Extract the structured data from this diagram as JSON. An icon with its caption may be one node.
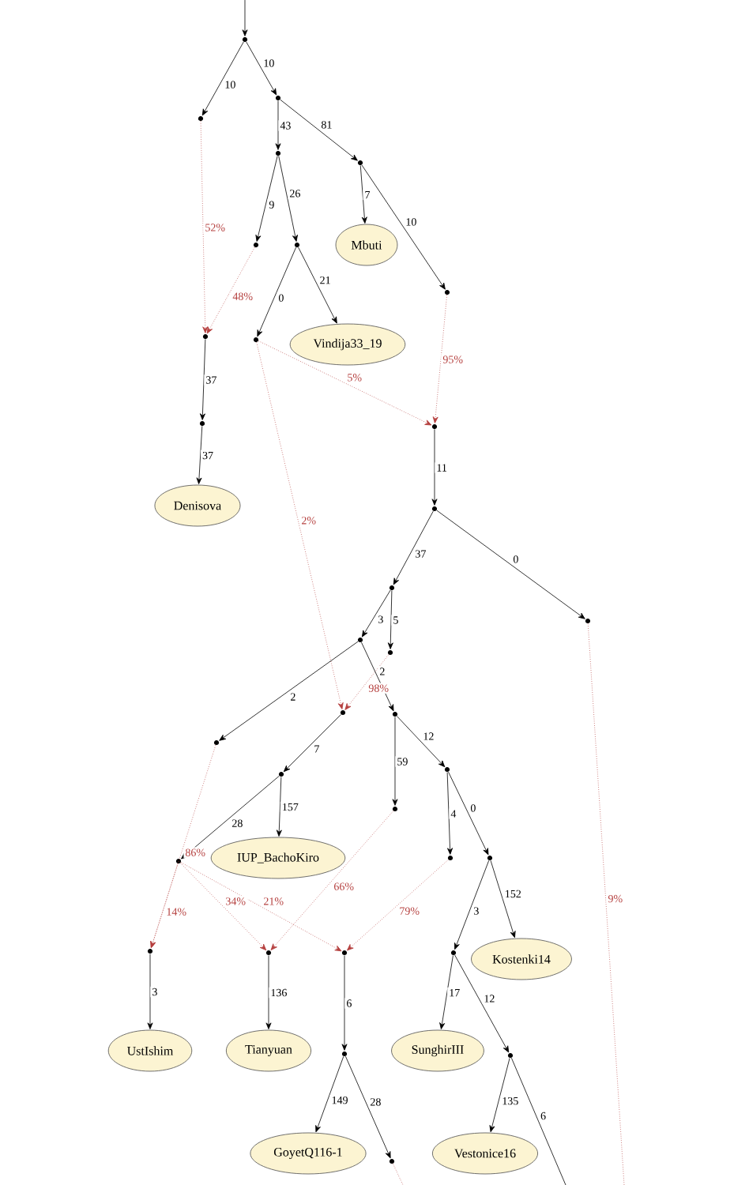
{
  "diagram": {
    "nodes": [
      {
        "text": [],
        "shape": "circle"
      },
      {
        "text": [],
        "shape": "circle"
      },
      {
        "text": [],
        "shape": "circle"
      },
      {
        "text": [],
        "shape": "circle"
      },
      {
        "text": [],
        "shape": "circle"
      },
      {
        "text": [
          "Mbuti"
        ]
      },
      {
        "text": [],
        "shape": "circle"
      },
      {
        "text": [],
        "shape": "circle"
      },
      {
        "text": [],
        "shape": "circle"
      },
      {
        "text": [],
        "shape": "circle"
      },
      {
        "text": [],
        "shape": "circle"
      },
      {
        "text": [
          "Vindija33_19"
        ]
      },
      {
        "text": [],
        "shape": "circle"
      },
      {
        "text": [],
        "shape": "circle"
      },
      {
        "text": [
          "Denisova"
        ]
      },
      {
        "text": [],
        "shape": "circle"
      },
      {
        "text": [],
        "shape": "circle"
      },
      {
        "text": [],
        "shape": "circle"
      },
      {
        "text": [],
        "shape": "circle"
      },
      {
        "text": [],
        "shape": "circle"
      },
      {
        "text": [],
        "shape": "circle"
      },
      {
        "text": [],
        "shape": "circle"
      },
      {
        "text": [],
        "shape": "circle"
      },
      {
        "text": [],
        "shape": "circle"
      },
      {
        "text": [],
        "shape": "circle"
      },
      {
        "text": [],
        "shape": "circle"
      },
      {
        "text": [],
        "shape": "circle"
      },
      {
        "text": [
          "IUP_BachoKiro"
        ]
      },
      {
        "text": [],
        "shape": "circle"
      },
      {
        "text": [],
        "shape": "circle"
      },
      {
        "text": [],
        "shape": "circle"
      },
      {
        "text": [],
        "shape": "circle"
      },
      {
        "text": [],
        "shape": "circle"
      },
      {
        "text": [],
        "shape": "circle"
      },
      {
        "text": [
          "Kostenki14"
        ]
      },
      {
        "text": [
          "UstIshim"
        ]
      },
      {
        "text": [
          "Tianyuan"
        ]
      },
      {
        "text": [],
        "shape": "circle"
      },
      {
        "text": [
          "SunghirIII"
        ]
      },
      {
        "text": [],
        "shape": "circle"
      },
      {
        "text": [
          "GoyetQ116-1"
        ]
      },
      {
        "text": [],
        "shape": "circle"
      },
      {
        "text": [
          "Vestonice16"
        ]
      }
    ],
    "edges": [
      {
        "from": null,
        "to": 0,
        "arrow": "to"
      },
      {
        "from": 0,
        "to": 1,
        "arrow": "to",
        "label": "10"
      },
      {
        "from": 0,
        "to": 2,
        "arrow": "to",
        "label": "10"
      },
      {
        "from": 2,
        "to": 3,
        "arrow": "to",
        "label": "43"
      },
      {
        "from": 2,
        "to": 4,
        "arrow": "to",
        "label": "81"
      },
      {
        "from": 4,
        "to": 5,
        "arrow": "to",
        "label": "7"
      },
      {
        "from": 4,
        "to": 8,
        "arrow": "to",
        "label": "10"
      },
      {
        "from": 3,
        "to": 6,
        "arrow": "to",
        "label": "9"
      },
      {
        "from": 3,
        "to": 7,
        "arrow": "to",
        "label": "26"
      },
      {
        "from": 7,
        "to": 10,
        "arrow": "to",
        "label": "0"
      },
      {
        "from": 7,
        "to": 11,
        "arrow": "to",
        "label": "21"
      },
      {
        "from": 1,
        "to": 9,
        "arrow": "to",
        "label": "52%",
        "style": "dashed",
        "color": "#b5403f"
      },
      {
        "from": 6,
        "to": 9,
        "arrow": "to",
        "label": "48%",
        "style": "dashed",
        "color": "#b5403f"
      },
      {
        "from": 9,
        "to": 12,
        "arrow": "to",
        "label": "37"
      },
      {
        "from": 12,
        "to": 14,
        "arrow": "to",
        "label": "37"
      },
      {
        "from": 10,
        "to": 13,
        "arrow": "to",
        "label": "5%",
        "style": "dashed",
        "color": "#b5403f"
      },
      {
        "from": 8,
        "to": 13,
        "arrow": "to",
        "label": "95%",
        "style": "dashed",
        "color": "#b5403f"
      },
      {
        "from": 13,
        "to": 15,
        "arrow": "to",
        "label": "11"
      },
      {
        "from": 15,
        "to": 16,
        "arrow": "to",
        "label": "37"
      },
      {
        "from": 15,
        "to": 17,
        "arrow": "to",
        "label": "0"
      },
      {
        "from": 16,
        "to": 18,
        "arrow": "to",
        "label": "3"
      },
      {
        "from": 16,
        "to": 19,
        "arrow": "to",
        "label": "5"
      },
      {
        "from": 10,
        "to": 20,
        "arrow": "to",
        "label": "2%",
        "style": "dashed",
        "color": "#b5403f"
      },
      {
        "from": 19,
        "to": 20,
        "arrow": "to",
        "label": "98%",
        "style": "dashed",
        "color": "#b5403f"
      },
      {
        "from": 18,
        "to": 22,
        "arrow": "to",
        "label": "2"
      },
      {
        "from": 18,
        "to": 21,
        "arrow": "to",
        "label": "2"
      },
      {
        "from": 20,
        "to": 24,
        "arrow": "to",
        "label": "7"
      },
      {
        "from": 21,
        "to": 25,
        "arrow": "to",
        "label": "59"
      },
      {
        "from": 21,
        "to": 23,
        "arrow": "to",
        "label": "12"
      },
      {
        "from": 24,
        "to": 26,
        "arrow": "to",
        "label": "28"
      },
      {
        "from": 24,
        "to": 27,
        "arrow": "to",
        "label": "157"
      },
      {
        "from": 23,
        "to": 28,
        "arrow": "to",
        "label": "4"
      },
      {
        "from": 23,
        "to": 29,
        "arrow": "to",
        "label": "0"
      },
      {
        "from": 22,
        "to": 30,
        "arrow": "to",
        "label": "86%",
        "style": "dashed",
        "color": "#b5403f"
      },
      {
        "from": 26,
        "to": 30,
        "arrow": "to",
        "label": "14%",
        "style": "dashed",
        "color": "#b5403f"
      },
      {
        "from": 26,
        "to": 31,
        "arrow": "to",
        "label": "34%",
        "style": "dashed",
        "color": "#b5403f"
      },
      {
        "from": 25,
        "to": 31,
        "arrow": "to",
        "label": "66%",
        "style": "dashed",
        "color": "#b5403f"
      },
      {
        "from": 26,
        "to": 32,
        "arrow": "to",
        "label": "21%",
        "style": "dashed",
        "color": "#b5403f"
      },
      {
        "from": 28,
        "to": 32,
        "arrow": "to",
        "label": "79%",
        "style": "dashed",
        "color": "#b5403f"
      },
      {
        "from": 29,
        "to": 33,
        "arrow": "to",
        "label": "3"
      },
      {
        "from": 29,
        "to": 34,
        "arrow": "to",
        "label": "152"
      },
      {
        "from": 30,
        "to": 35,
        "arrow": "to",
        "label": "3"
      },
      {
        "from": 31,
        "to": 36,
        "arrow": "to",
        "label": "136"
      },
      {
        "from": 32,
        "to": 37,
        "arrow": "to",
        "label": "6"
      },
      {
        "from": 33,
        "to": 38,
        "arrow": "to",
        "label": "17"
      },
      {
        "from": 33,
        "to": 39,
        "arrow": "to",
        "label": "12"
      },
      {
        "from": 37,
        "to": 40,
        "arrow": "to",
        "label": "149"
      },
      {
        "from": 37,
        "to": 41,
        "arrow": "to",
        "label": "28"
      },
      {
        "from": 39,
        "to": 42,
        "arrow": "to",
        "label": "135"
      },
      {
        "from": 39,
        "to": null,
        "arrow": "none",
        "label": "6"
      },
      {
        "from": 41,
        "to": null,
        "arrow": "none",
        "style": "dashed",
        "color": "#b5403f"
      },
      {
        "from": 17,
        "to": null,
        "arrow": "none",
        "label": "9%",
        "style": "dashed",
        "color": "#b5403f"
      }
    ]
  }
}
